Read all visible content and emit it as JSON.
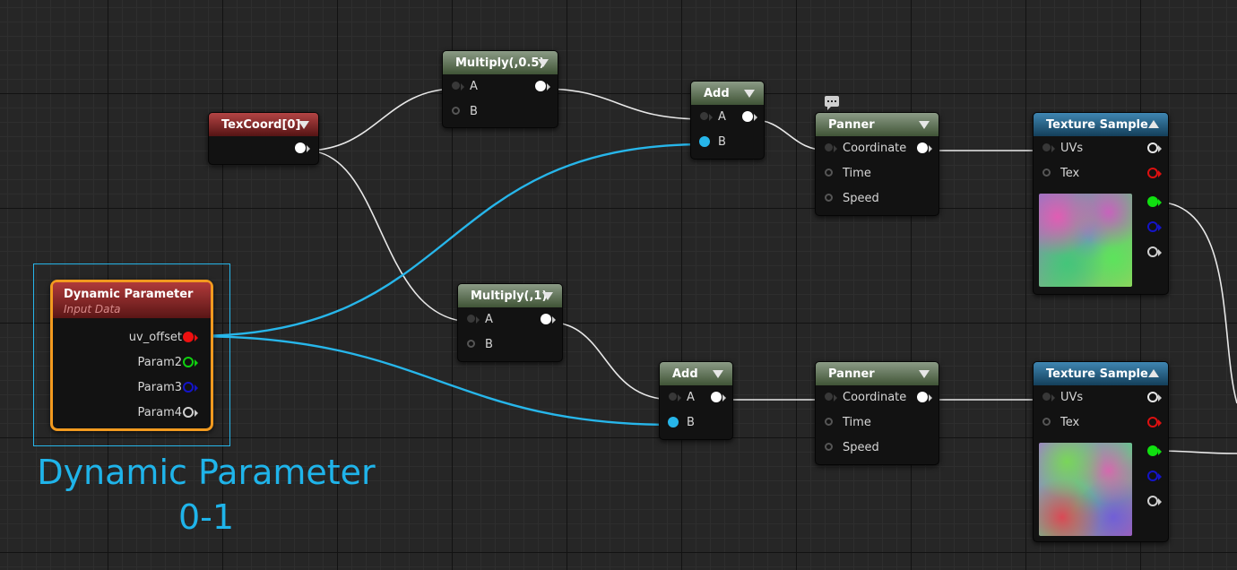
{
  "nodes": {
    "texcoord": {
      "title": "TexCoord[0]"
    },
    "multiply_top": {
      "title": "Multiply(,0.5)",
      "inputs": [
        "A",
        "B"
      ]
    },
    "add_top": {
      "title": "Add",
      "inputs": [
        "A",
        "B"
      ]
    },
    "panner_top": {
      "title": "Panner",
      "inputs": [
        "Coordinate",
        "Time",
        "Speed"
      ]
    },
    "texture_top": {
      "title": "Texture Sample",
      "inputs": [
        "UVs",
        "Tex"
      ]
    },
    "multiply_bottom": {
      "title": "Multiply(,1)",
      "inputs": [
        "A",
        "B"
      ]
    },
    "add_bottom": {
      "title": "Add",
      "inputs": [
        "A",
        "B"
      ]
    },
    "panner_bottom": {
      "title": "Panner",
      "inputs": [
        "Coordinate",
        "Time",
        "Speed"
      ]
    },
    "texture_bottom": {
      "title": "Texture Sample",
      "inputs": [
        "UVs",
        "Tex"
      ]
    },
    "dynamic_param": {
      "title": "Dynamic Parameter",
      "subtitle": "Input Data",
      "outputs": [
        "uv_offset",
        "Param2",
        "Param3",
        "Param4"
      ]
    }
  },
  "caption": {
    "line1": "Dynamic Parameter",
    "line2": "0-1"
  },
  "colors": {
    "selected_wire": "#27b6ea",
    "wire": "#e8e8e8",
    "selection_border": "#f29a1f"
  }
}
